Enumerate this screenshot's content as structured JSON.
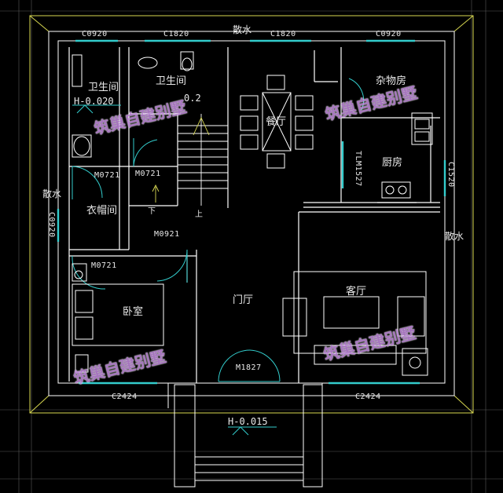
{
  "rooms": {
    "bath_left": "卫生间",
    "bath_center": "卫生间",
    "dining": "餐厅",
    "storage": "杂物房",
    "kitchen": "厨房",
    "cloakroom": "衣帽间",
    "bedroom": "卧室",
    "foyer": "门厅",
    "living": "客厅"
  },
  "apron": {
    "top": "散水",
    "left": "散水",
    "right": "散水"
  },
  "windows": {
    "top_1": "C0920",
    "top_2": "C1820",
    "top_3": "C1820",
    "top_4": "C0920",
    "left": "C0920",
    "right": "C1520",
    "bottom_1": "C2424",
    "bottom_2": "C2424"
  },
  "doors": {
    "cloak_door": "M0721",
    "bath_door": "M0721",
    "hall_door": "M0921",
    "bed_door": "M0721",
    "sliding": "TLM1527",
    "entrance": "M1827"
  },
  "stair": {
    "down": "下",
    "up": "上"
  },
  "levels": {
    "bath": "H-0.020",
    "bath_center_partial": "0.2",
    "entrance": "H-0.015"
  },
  "watermark": "筑巢自建别墅",
  "colors": {
    "wall": "#ffffff",
    "axis": "#d8d850",
    "window": "#33cccc",
    "door": "#33cccc",
    "furniture": "#ffffff",
    "watermark": "#c38be0"
  }
}
